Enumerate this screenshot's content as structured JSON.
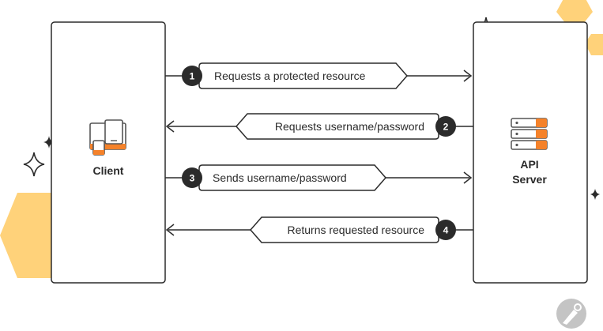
{
  "client": {
    "label": "Client"
  },
  "server": {
    "line1": "API",
    "line2": "Server"
  },
  "steps": [
    {
      "number": "1",
      "text": "Requests a protected resource",
      "direction": "to-server"
    },
    {
      "number": "2",
      "text": "Requests username/password",
      "direction": "to-client"
    },
    {
      "number": "3",
      "text": "Sends username/password",
      "direction": "to-server"
    },
    {
      "number": "4",
      "text": "Returns requested resource",
      "direction": "to-client"
    }
  ],
  "colors": {
    "accent": "#F5822A",
    "hexagon": "#FFD27A",
    "stroke": "#2b2b2b",
    "badge": "#2b2b2b",
    "logo": "#C4C4C4"
  },
  "icons": {
    "client": "devices-icon",
    "server": "server-stack-icon",
    "logo": "postman-logo-icon"
  }
}
